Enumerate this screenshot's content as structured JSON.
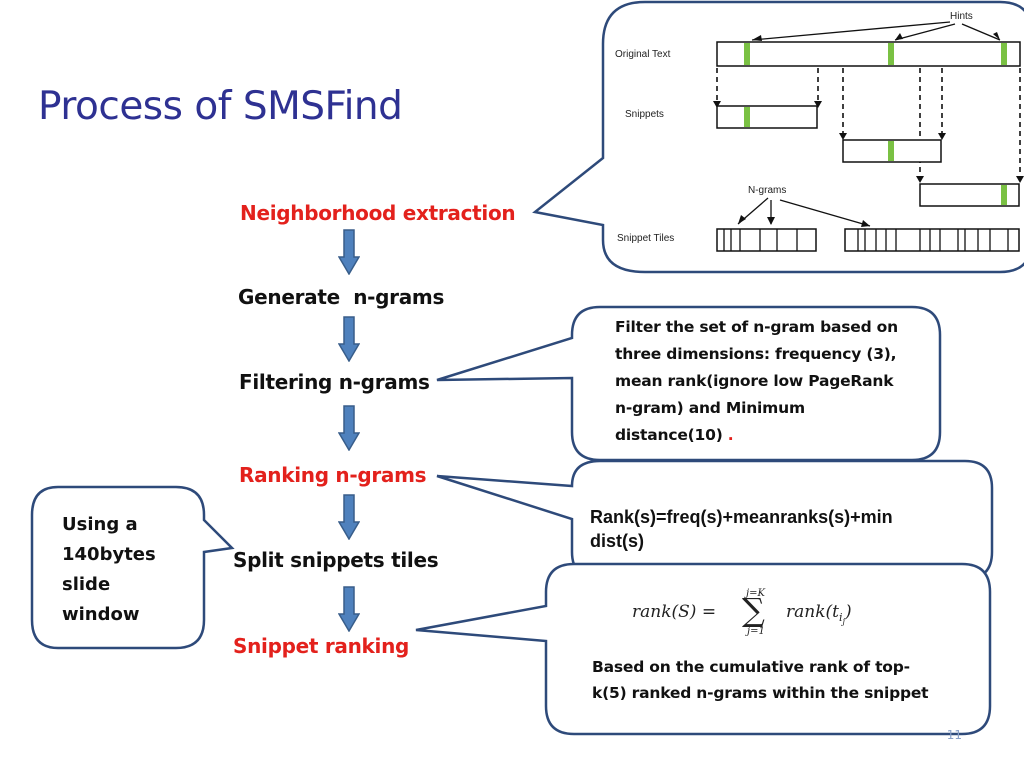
{
  "slide": {
    "title": "Process of SMSFind",
    "page_number": "11"
  },
  "steps": [
    {
      "label": "Neighborhood extraction",
      "color": "red"
    },
    {
      "label": "Generate  n-grams",
      "color": "black"
    },
    {
      "label": "Filtering n-grams",
      "color": "black"
    },
    {
      "label": "Ranking n-grams",
      "color": "red"
    },
    {
      "label": "Split snippets tiles",
      "color": "black"
    },
    {
      "label": "Snippet ranking",
      "color": "red"
    }
  ],
  "callouts": {
    "filter": {
      "lines": [
        "Filter the set of n-gram based on",
        "three dimensions: frequency (3),",
        "mean rank(ignore low PageRank",
        "n-gram) and Minimum",
        "distance(10) "
      ],
      "trailing_dot": "."
    },
    "rank_formula": {
      "lines": [
        "Rank(s)=freq(s)+meanranks(s)+min",
        "dist(s)"
      ]
    },
    "snippet_rank": {
      "formula_lhs": "rank(S) =",
      "sum_top": "j=K",
      "sum_bottom": "j=1",
      "formula_rhs": "rank(t",
      "formula_sub": "i",
      "formula_subsub": "j",
      "formula_close": ")",
      "lines": [
        "Based on the cumulative rank of top-",
        "k(5) ranked n-grams within the snippet"
      ]
    },
    "window": {
      "lines": [
        "Using a",
        "140bytes",
        "slide",
        "window"
      ]
    }
  },
  "figure": {
    "labels": {
      "hints": "Hints",
      "original_text": "Original Text",
      "snippets": "Snippets",
      "ngrams": "N-grams",
      "snippet_tiles": "Snippet Tiles"
    }
  },
  "colors": {
    "title": "#2e3192",
    "accent_red": "#e3211c",
    "callout_border": "#2e4a7a",
    "arrow_fill": "#4f81bd",
    "hint_green": "#7ac143"
  }
}
